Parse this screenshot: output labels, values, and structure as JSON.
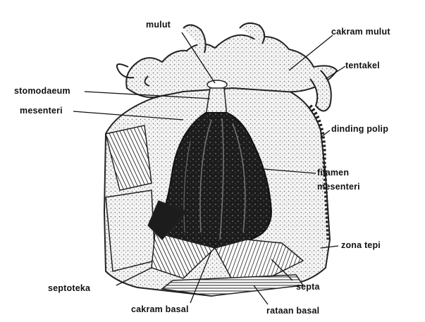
{
  "diagram": {
    "labels": {
      "mulut": "mulut",
      "cakram_mulut": "cakram mulut",
      "tentakel": "tentakel",
      "stomodaeum": "stomodaeum",
      "mesenteri": "mesenteri",
      "dinding_polip": "dinding polip",
      "filamen_mesenteri_1": "filamen",
      "filamen_mesenteri_2": "mesenteri",
      "zona_tepi": "zona tepi",
      "septoteka": "septoteka",
      "septa": "septa",
      "cakram_basal": "cakram basal",
      "rataan_basal": "rataan basal"
    },
    "colors": {
      "ink": "#111111",
      "paper": "#ffffff",
      "stipple": "#d9d9d9"
    }
  }
}
